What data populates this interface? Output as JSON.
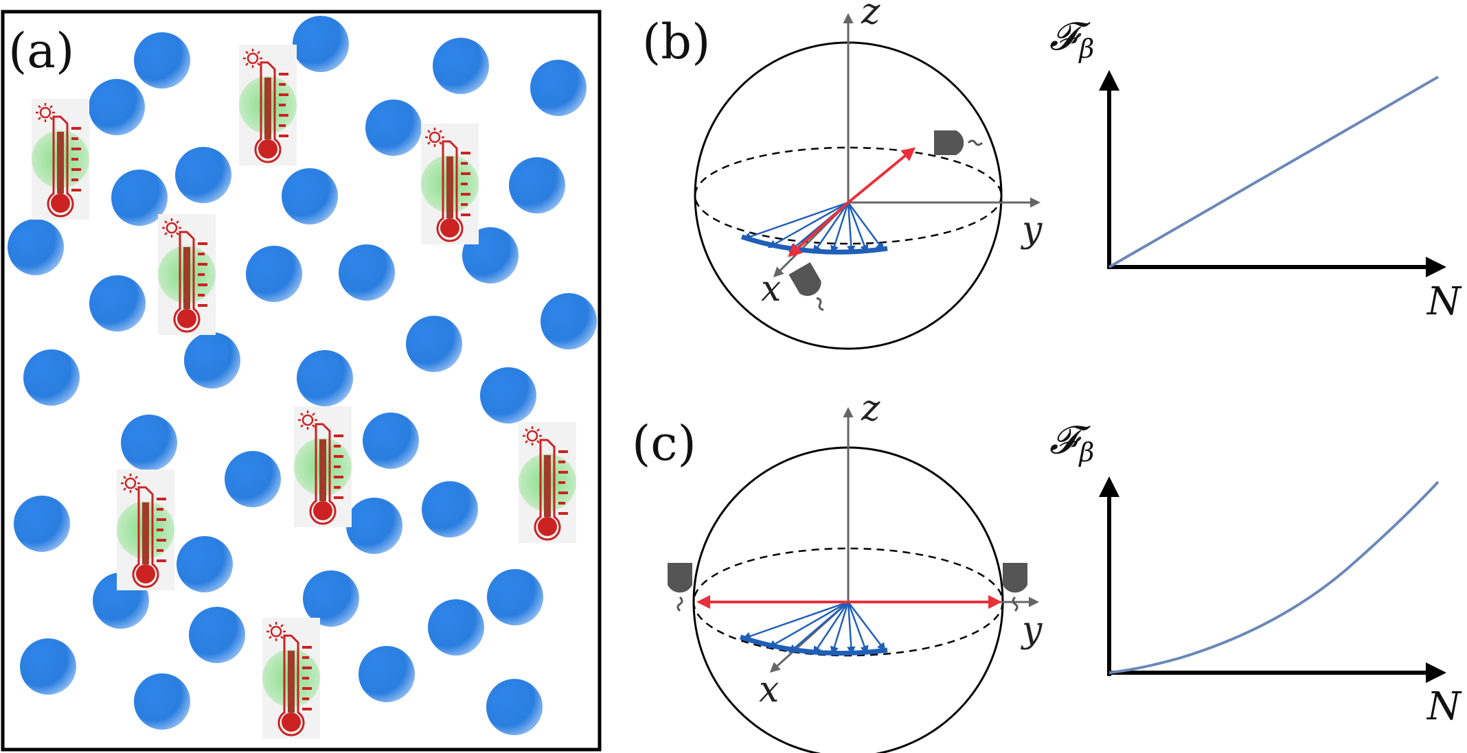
{
  "panels": {
    "a": {
      "label": "(a)"
    },
    "b": {
      "label": "(b)",
      "axis_x": "x",
      "axis_y": "y",
      "axis_z": "z",
      "plot_ylabel": "𝓕",
      "plot_ylabel_sub": "β",
      "plot_xlabel": "N",
      "curve": "linear"
    },
    "c": {
      "label": "(c)",
      "axis_x": "x",
      "axis_y": "y",
      "axis_z": "z",
      "plot_ylabel": "𝓕",
      "plot_ylabel_sub": "β",
      "plot_xlabel": "N",
      "curve": "quadratic"
    }
  },
  "colors": {
    "atom": "#2a7ee0",
    "spin_arrows": "#1f5fb8",
    "state_arrow": "#e8303a",
    "detector": "#555555",
    "curve": "#6a88b8",
    "thermometer_red": "#cc2222",
    "thermometer_glow": "#6fdc6f"
  },
  "icons": [
    "atom-icon",
    "thermometer-icon",
    "detector-icon"
  ]
}
